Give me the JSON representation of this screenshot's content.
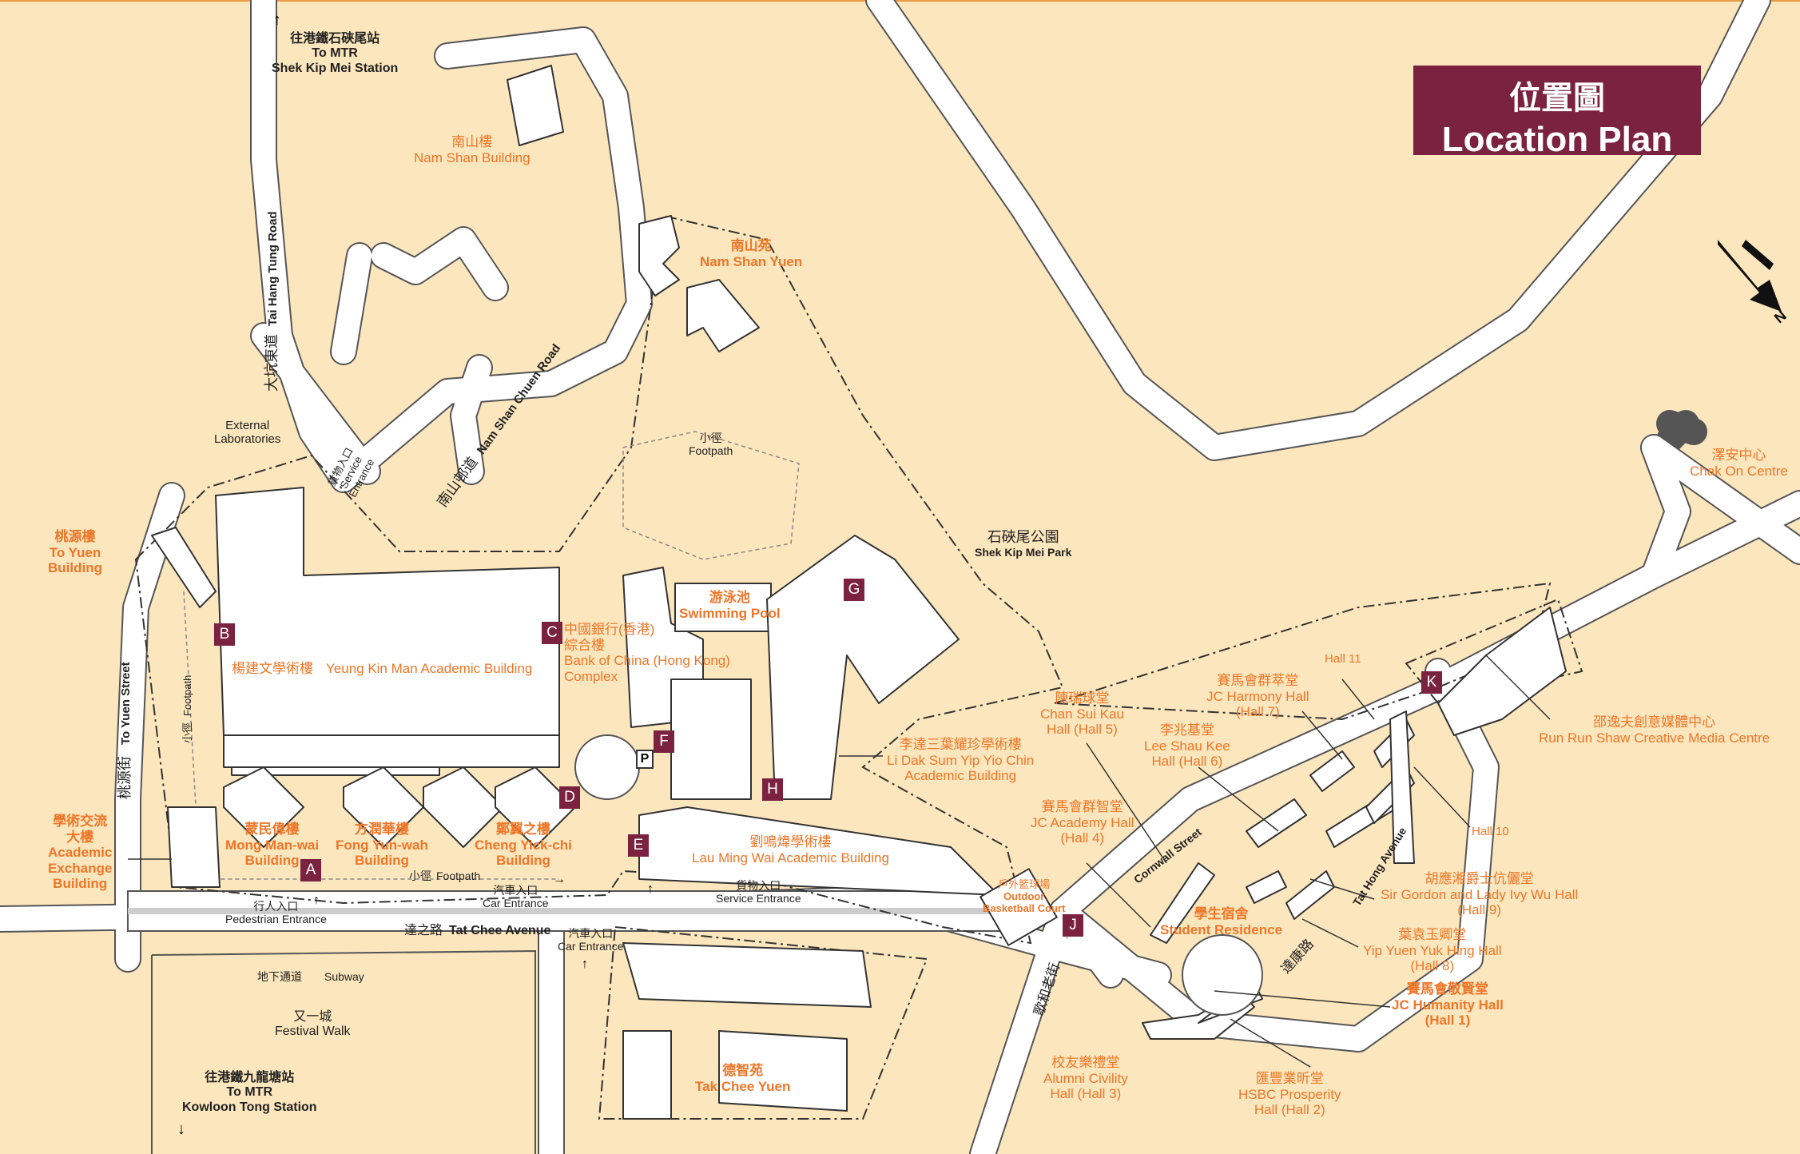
{
  "title": {
    "zh": "位置圖",
    "en": "Location Plan"
  },
  "north": {
    "letter": "N"
  },
  "markers": [
    {
      "id": "A",
      "label": "A"
    },
    {
      "id": "B",
      "label": "B"
    },
    {
      "id": "C",
      "label": "C"
    },
    {
      "id": "D",
      "label": "D"
    },
    {
      "id": "E",
      "label": "E"
    },
    {
      "id": "F",
      "label": "F"
    },
    {
      "id": "G",
      "label": "G"
    },
    {
      "id": "H",
      "label": "H"
    },
    {
      "id": "J",
      "label": "J"
    },
    {
      "id": "K",
      "label": "K"
    }
  ],
  "labels": {
    "mtr_skm": {
      "zh": "往港鐵石硤尾站",
      "en1": "To MTR",
      "en2": "Shek Kip Mei Station"
    },
    "nam_shan_building": {
      "zh": "南山樓",
      "en": "Nam Shan Building"
    },
    "nam_shan_yuen": {
      "zh": "南山苑",
      "en": "Nam Shan Yuen"
    },
    "external_labs": {
      "en1": "External",
      "en2": "Laboratories"
    },
    "service_entrance_1": {
      "zh": "貨物入口",
      "en1": "Service",
      "en2": "Entrance"
    },
    "footpath_1": {
      "zh": "小徑",
      "en": "Footpath"
    },
    "shek_kip_mei_park": {
      "zh": "石硤尾公園",
      "en": "Shek Kip Mei Park"
    },
    "chak_on_centre": {
      "zh": "澤安中心",
      "en": "Chak On Centre"
    },
    "to_yuen_building": {
      "zh": "桃源樓",
      "en1": "To Yuen",
      "en2": "Building"
    },
    "yeung_kin_man": {
      "zh": "楊建文學術樓",
      "en": "Yeung Kin Man Academic Building"
    },
    "boc_complex": {
      "zh1": "中國銀行(香港)",
      "zh2": "綜合樓",
      "en1": "Bank of China (Hong Kong)",
      "en2": "Complex"
    },
    "swimming_pool": {
      "zh": "游泳池",
      "en": "Swimming Pool"
    },
    "li_dak_sum": {
      "zh": "李達三葉耀珍學術樓",
      "en1": "Li Dak Sum Yip Yio Chin",
      "en2": "Academic Building"
    },
    "academic_exchange": {
      "zh1": "學術交流",
      "zh2": "大樓",
      "en1": "Academic",
      "en2": "Exchange",
      "en3": "Building"
    },
    "mong_man_wai": {
      "zh": "蒙民偉樓",
      "en1": "Mong Man-wai",
      "en2": "Building"
    },
    "fong_yun_wah": {
      "zh": "方潤華樓",
      "en1": "Fong Yun-wah",
      "en2": "Building"
    },
    "cheng_yick_chi": {
      "zh": "鄭翼之樓",
      "en1": "Cheng Yick-chi",
      "en2": "Building"
    },
    "lau_ming_wai": {
      "zh": "劉鳴煒學術樓",
      "en": "Lau Ming Wai Academic Building"
    },
    "footpath_2": {
      "zh": "小徑",
      "en": "Footpath"
    },
    "footpath_3": {
      "zh": "小徑",
      "en": "Footpath"
    },
    "car_entrance_1": {
      "zh": "汽車入口",
      "en": "Car Entrance"
    },
    "car_entrance_2": {
      "zh": "汽車入口",
      "en": "Car Entrance"
    },
    "service_entrance_2": {
      "zh": "貨物入口",
      "en": "Service Entrance"
    },
    "pedestrian_entrance": {
      "zh": "行人入口",
      "en": "Pedestrian Entrance"
    },
    "subway": {
      "zh": "地下通道",
      "en": "Subway"
    },
    "festival_walk": {
      "zh": "又一城",
      "en": "Festival Walk"
    },
    "mtr_klt": {
      "zh": "往港鐵九龍塘站",
      "en1": "To MTR",
      "en2": "Kowloon Tong Station"
    },
    "tak_chee_yuen": {
      "zh": "德智苑",
      "en": "Tak Chee Yuen"
    },
    "basketball": {
      "zh": "戶外籃球場",
      "en1": "Outdoor",
      "en2": "Basketball Court"
    },
    "chan_sui_kau": {
      "zh": "陳瑞球堂",
      "en1": "Chan Sui Kau",
      "en2": "Hall (Hall 5)"
    },
    "lee_shau_kee": {
      "zh": "李兆基堂",
      "en1": "Lee Shau Kee",
      "en2": "Hall (Hall 6)"
    },
    "jc_harmony": {
      "zh": "賽馬會群萃堂",
      "en1": "JC Harmony Hall",
      "en2": "(Hall 7)"
    },
    "hall_11": {
      "en": "Hall 11"
    },
    "hall_10": {
      "en": "Hall 10"
    },
    "run_run_shaw": {
      "zh": "邵逸夫創意媒體中心",
      "en": "Run Run Shaw Creative Media Centre"
    },
    "jc_academy": {
      "zh": "賽馬會群智堂",
      "en1": "JC Academy Hall",
      "en2": "(Hall 4)"
    },
    "student_residence": {
      "zh": "學生宿舍",
      "en": "Student Residence"
    },
    "ivy_wu": {
      "zh": "胡應湘爵士伉儷堂",
      "en1": "Sir Gordon and Lady Ivy Wu Hall",
      "en2": "(Hall 9)"
    },
    "yip_yuen_yuk": {
      "zh": "葉袁玉卿堂",
      "en1": "Yip Yuen Yuk Hing Hall",
      "en2": "(Hall 8)"
    },
    "jc_humanity": {
      "zh": "賽馬會敬賢堂",
      "en1": "JC Humanity Hall",
      "en2": "(Hall 1)"
    },
    "alumni_civility": {
      "zh": "校友樂禮堂",
      "en1": "Alumni Civility",
      "en2": "Hall (Hall 3)"
    },
    "hsbc_prosperity": {
      "zh": "匯豐業昕堂",
      "en1": "HSBC Prosperity",
      "en2": "Hall (Hall 2)"
    }
  },
  "roads": {
    "tat_hong_tung": {
      "zh": "大坑東道",
      "en": "Tai Hang Tung Road"
    },
    "nam_shan_chuen": {
      "zh": "南山邨道",
      "en": "Nam Shan Chuen Road"
    },
    "to_yuen_street": {
      "zh": "桃源街",
      "en": "To Yuen Street"
    },
    "tat_chee": {
      "zh": "達之路",
      "en": "Tat Chee Avenue"
    },
    "cornwall": {
      "en": "Cornwall Street"
    },
    "tat_hong": {
      "zh": "達康路",
      "en": "Tat Hong Avenue"
    },
    "old_street": {
      "zh": "歌和老街"
    }
  },
  "parking": {
    "symbol": "P"
  },
  "colors": {
    "background": "#fce6bd",
    "road": "#ffffff",
    "building": "#ffffff",
    "outline": "#333333",
    "accent": "#7a2240",
    "label": "#ee7628"
  }
}
